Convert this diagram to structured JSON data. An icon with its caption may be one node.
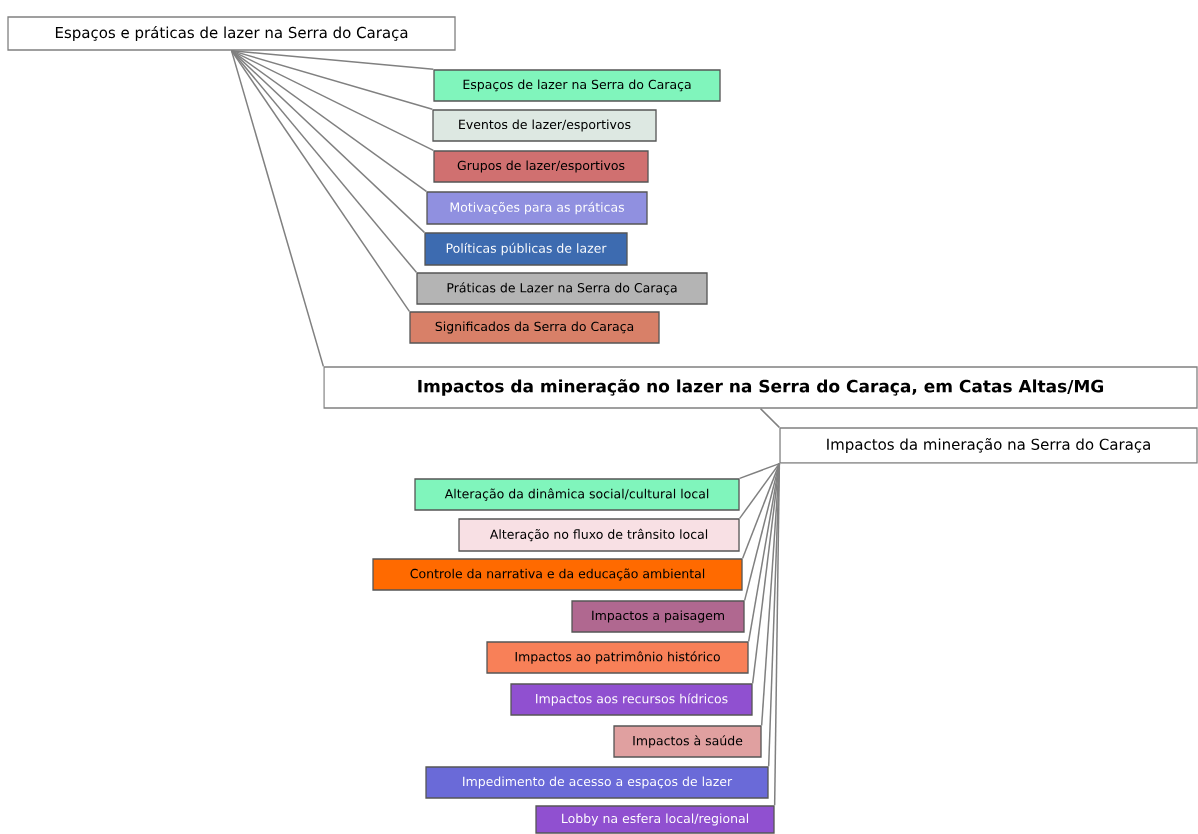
{
  "diagram": {
    "nodes": [
      {
        "text": [
          "Espaços e práticas de lazer na Serra do Caraça"
        ]
      },
      {
        "text": [
          "Espaços de lazer na Serra do Caraça"
        ]
      },
      {
        "text": [
          "Eventos de lazer/esportivos"
        ]
      },
      {
        "text": [
          "Grupos de lazer/esportivos"
        ]
      },
      {
        "text": [
          "Motivações para as práticas"
        ]
      },
      {
        "text": [
          "Políticas públicas de lazer"
        ]
      },
      {
        "text": [
          "Práticas de Lazer na Serra do Caraça"
        ]
      },
      {
        "text": [
          "Significados da Serra do Caraça"
        ]
      },
      {
        "text": [
          "Impactos da mineração no lazer na Serra do Caraça, em Catas Altas/MG"
        ]
      },
      {
        "text": [
          "Impactos da mineração na Serra do Caraça"
        ]
      },
      {
        "text": [
          "Alteração da dinâmica social/cultural local"
        ]
      },
      {
        "text": [
          "Alteração no fluxo de trânsito local"
        ]
      },
      {
        "text": [
          "Controle da narrativa e da educação ambiental"
        ]
      },
      {
        "text": [
          "Impactos a paisagem"
        ]
      },
      {
        "text": [
          "Impactos ao patrimônio histórico"
        ]
      },
      {
        "text": [
          "Impactos aos recursos hídricos"
        ]
      },
      {
        "text": [
          "Impactos à saúde"
        ]
      },
      {
        "text": [
          "Impedimento de acesso a espaços de lazer"
        ]
      },
      {
        "text": [
          "Lobby na esfera local/regional"
        ]
      }
    ],
    "edges": [
      {
        "from": 8,
        "to": 0,
        "arrow": "none"
      },
      {
        "from": 0,
        "to": 1,
        "arrow": "none"
      },
      {
        "from": 0,
        "to": 2,
        "arrow": "none"
      },
      {
        "from": 0,
        "to": 3,
        "arrow": "none"
      },
      {
        "from": 0,
        "to": 4,
        "arrow": "none"
      },
      {
        "from": 0,
        "to": 5,
        "arrow": "none"
      },
      {
        "from": 0,
        "to": 6,
        "arrow": "none"
      },
      {
        "from": 0,
        "to": 7,
        "arrow": "none"
      },
      {
        "from": 8,
        "to": 9,
        "arrow": "none"
      },
      {
        "from": 9,
        "to": 10,
        "arrow": "none"
      },
      {
        "from": 9,
        "to": 11,
        "arrow": "none"
      },
      {
        "from": 9,
        "to": 12,
        "arrow": "none"
      },
      {
        "from": 9,
        "to": 13,
        "arrow": "none"
      },
      {
        "from": 9,
        "to": 14,
        "arrow": "none"
      },
      {
        "from": 9,
        "to": 15,
        "arrow": "none"
      },
      {
        "from": 9,
        "to": 16,
        "arrow": "none"
      },
      {
        "from": 9,
        "to": 17,
        "arrow": "none"
      },
      {
        "from": 9,
        "to": 18,
        "arrow": "none"
      }
    ]
  }
}
